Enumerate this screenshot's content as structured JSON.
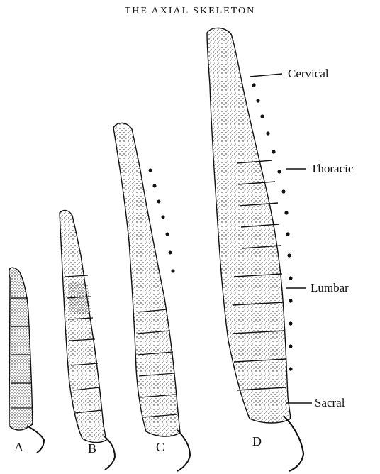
{
  "figure": {
    "title": "THE AXIAL SKELETON",
    "region_labels": {
      "cervical": "Cervical",
      "thoracic": "Thoracic",
      "lumbar": "Lumbar",
      "sacral": "Sacral"
    },
    "panel_labels": {
      "a": "A",
      "b": "B",
      "c": "C",
      "d": "D"
    }
  },
  "colors": {
    "ink": "#111111",
    "paper": "#ffffff"
  }
}
